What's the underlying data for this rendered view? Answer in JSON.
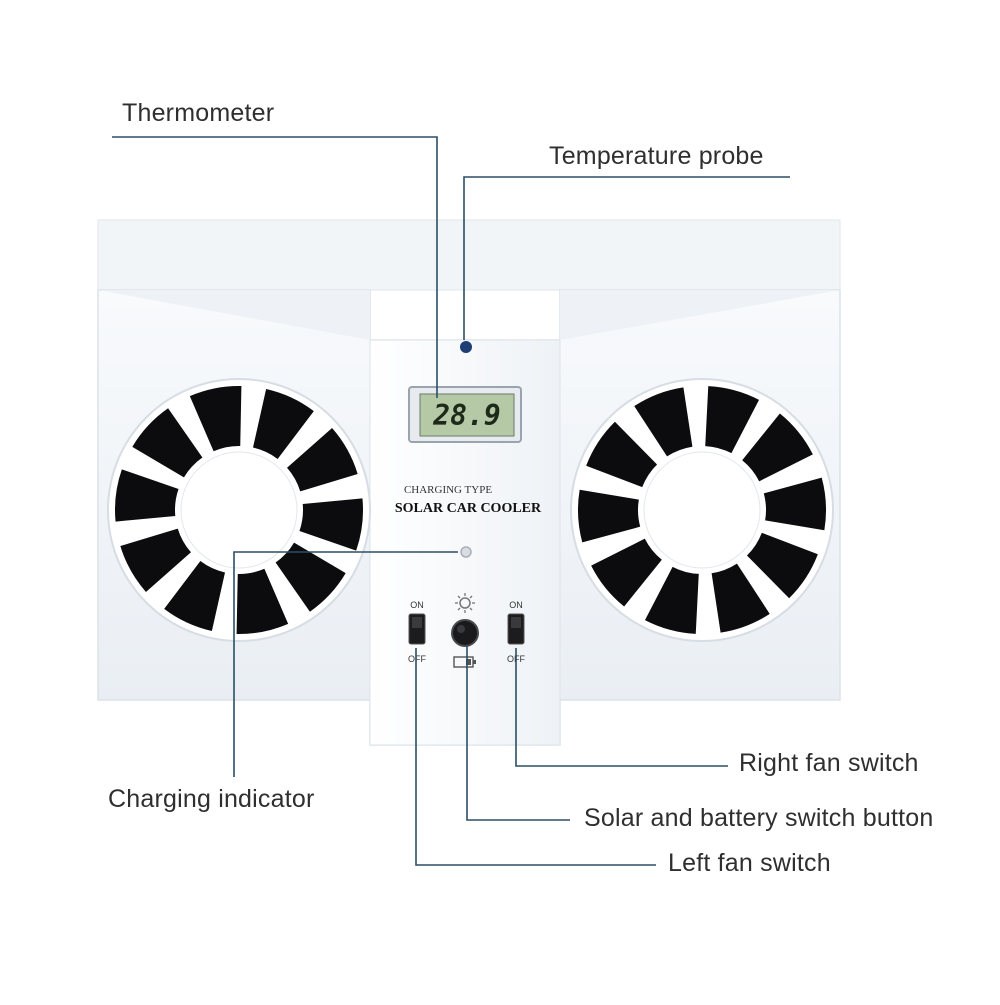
{
  "product": {
    "branding_line1": "CHARGING TYPE",
    "branding_line2": "SOLAR CAR COOLER",
    "display_reading": "28.9",
    "left_switch_on": "ON",
    "left_switch_off": "OFF",
    "right_switch_on": "ON",
    "right_switch_off": "OFF",
    "icons": {
      "top_of_button": "sun-icon",
      "bottom_of_button": "battery-icon"
    }
  },
  "callouts": {
    "thermometer": "Thermometer",
    "temperature_probe": "Temperature probe",
    "charging_indicator": "Charging indicator",
    "right_fan_switch": "Right fan switch",
    "solar_battery_button": "Solar and battery switch button",
    "left_fan_switch": "Left fan switch"
  },
  "colors": {
    "leader_line": "#2b4f66",
    "device_body": "#f6f8fb",
    "device_shadow": "#dfe4eb",
    "fan_blade_gap": "#0c0c0e",
    "lcd": "#b5c9a7",
    "lcd_text": "#1d2a1a",
    "label_text": "#2f2f2f"
  }
}
